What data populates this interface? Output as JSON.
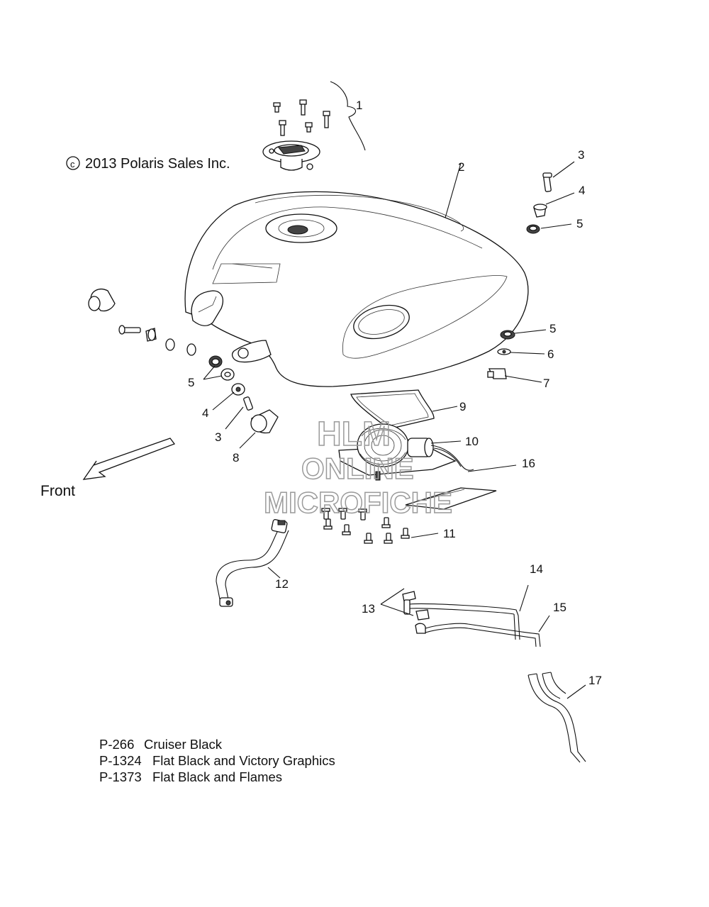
{
  "copyright": "2013 Polaris Sales Inc.",
  "front_label": "Front",
  "watermark": {
    "line1": "HLM",
    "line2": "ONLINE",
    "line3": "MICROFICHE"
  },
  "callouts": {
    "c1": "1",
    "c2": "2",
    "c3a": "3",
    "c4a": "4",
    "c5a": "5",
    "c5b": "5",
    "c6": "6",
    "c7": "7",
    "c9": "9",
    "c10": "10",
    "c16": "16",
    "c5c": "5",
    "c4b": "4",
    "c3b": "3",
    "c8": "8",
    "c11": "11",
    "c12": "12",
    "c13": "13",
    "c14": "14",
    "c15": "15",
    "c17": "17"
  },
  "notes": [
    {
      "code": "P-266",
      "desc": "Cruiser Black"
    },
    {
      "code": "P-1324",
      "desc": "Flat Black and Victory Graphics"
    },
    {
      "code": "P-1373",
      "desc": "Flat Black and Flames"
    }
  ]
}
